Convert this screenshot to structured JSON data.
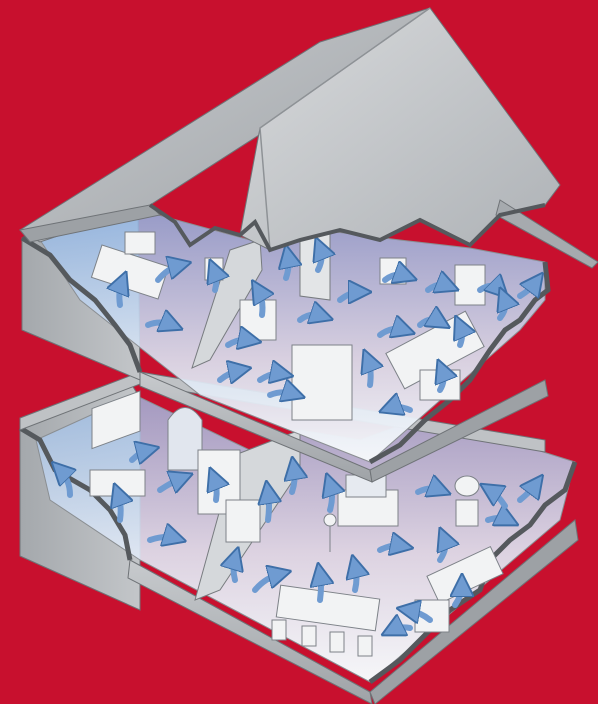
{
  "illustration": {
    "subject": "cutaway-house-airflow",
    "icon": "house-airflow-icon",
    "colors": {
      "background": "#c8102e",
      "roof": "#b9bcc0",
      "roof_dark": "#8e9296",
      "wall_outer": "#a9adb1",
      "wall_top": "#d6d8da",
      "wall_inner": "#e8eaec",
      "floor": "#dde6f2",
      "air_glow": "#7fa6d8",
      "arrow": "#6f9bd1",
      "arrow_stroke": "#3e6fa8",
      "furniture": "#f2f3f4",
      "furniture_stroke": "#7d8288"
    },
    "levels": [
      {
        "id": "upper-floor",
        "arrow_count": 24
      },
      {
        "id": "lower-floor",
        "arrow_count": 22
      }
    ]
  }
}
